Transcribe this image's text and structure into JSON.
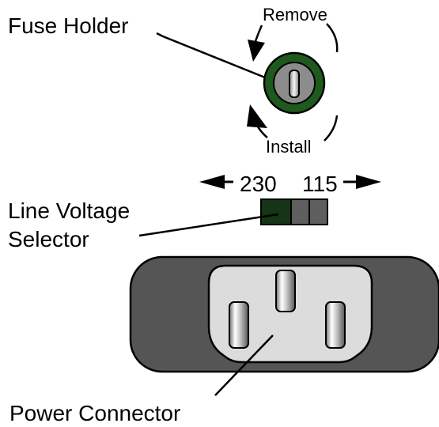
{
  "labels": {
    "fuse_holder": "Fuse Holder",
    "remove": "Remove",
    "install": "Install",
    "voltage_230": "230",
    "voltage_115": "115",
    "line_voltage_line1": "Line Voltage",
    "line_voltage_line2": "Selector",
    "power_connector": "Power Connector"
  },
  "selector": {
    "selected": "230"
  },
  "colors": {
    "fuse_ring": "#1e5a1e",
    "switch_active": "#163416",
    "switch_inactive": "#555555",
    "connector_body": "#555555",
    "connector_face": "#dcdcdc"
  }
}
